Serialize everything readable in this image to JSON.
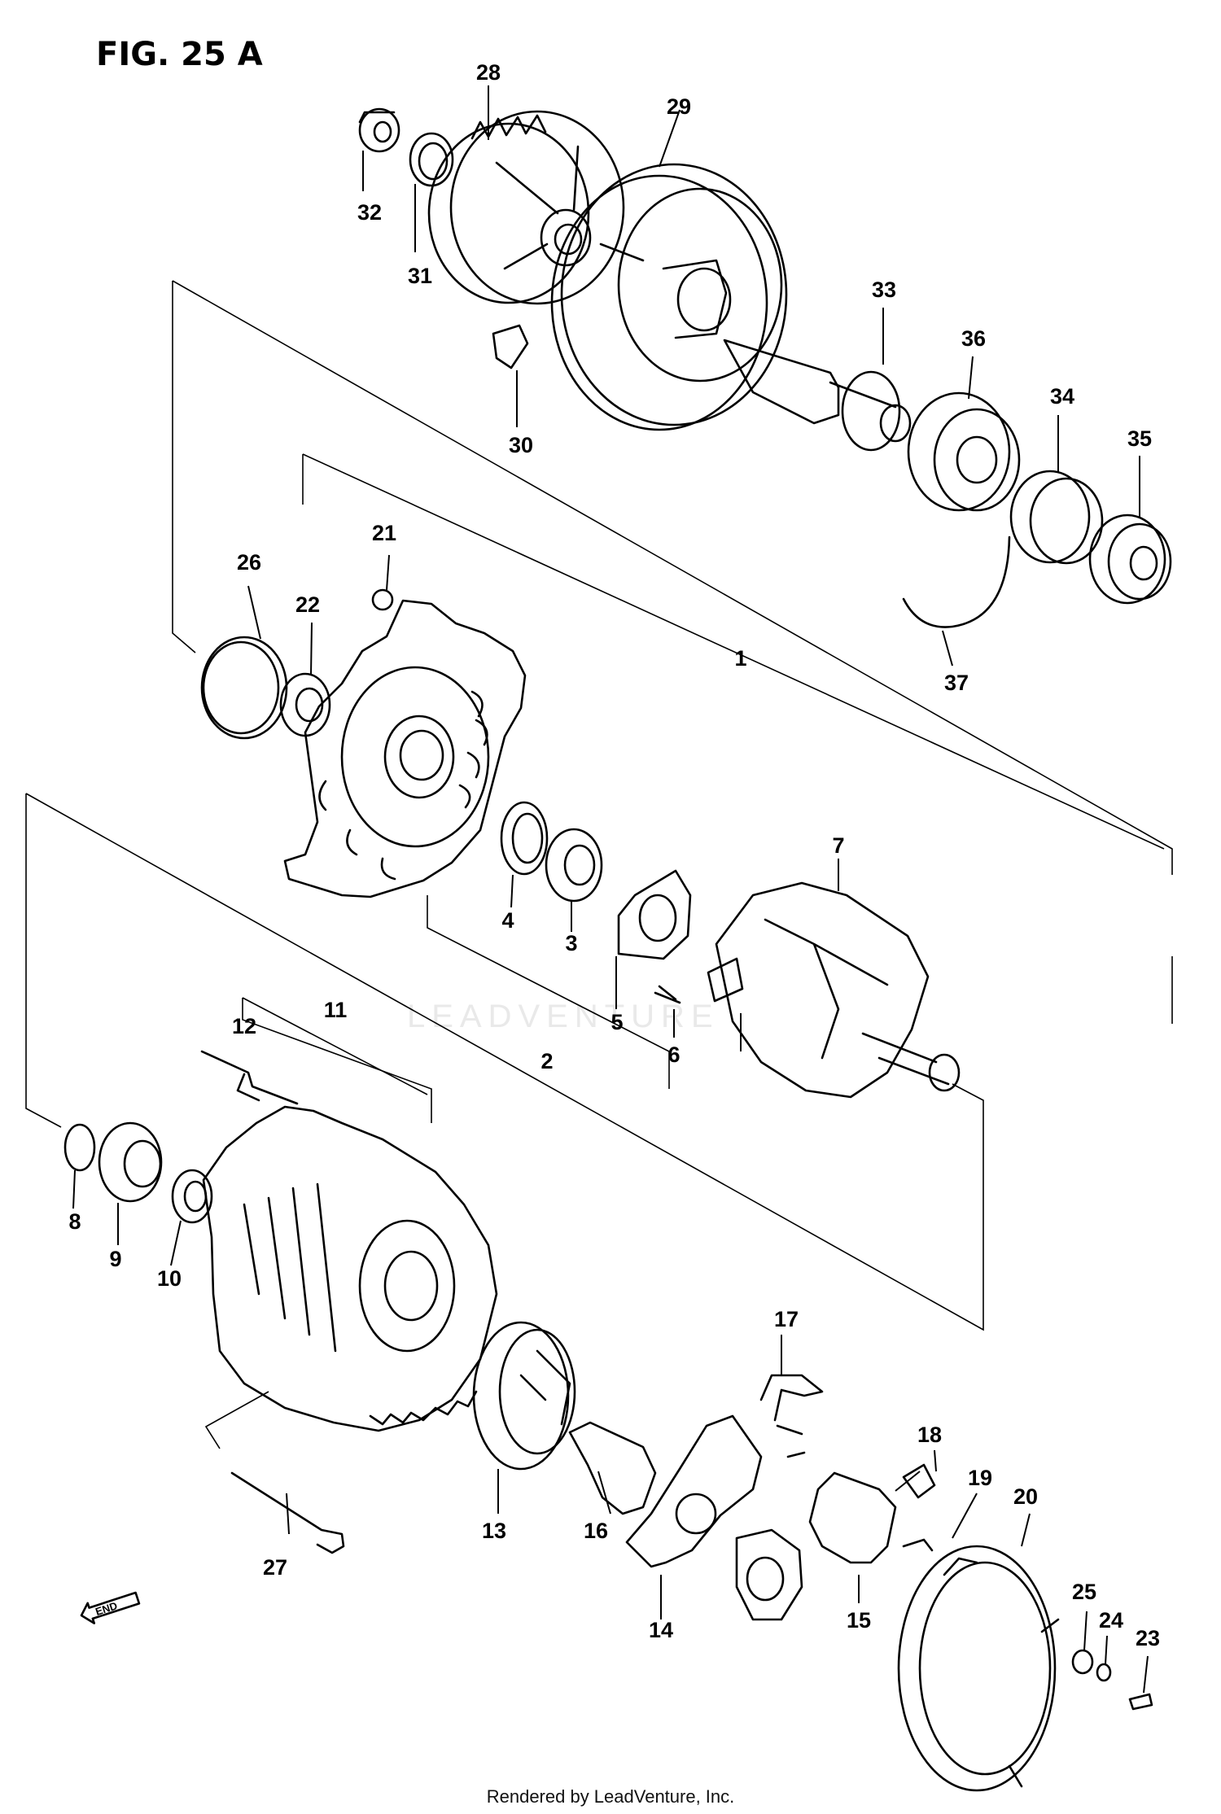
{
  "figure": {
    "title": "FIG. 25 A"
  },
  "callouts": [
    "1",
    "2",
    "3",
    "4",
    "5",
    "6",
    "7",
    "8",
    "9",
    "10",
    "11",
    "12",
    "13",
    "14",
    "15",
    "16",
    "17",
    "18",
    "19",
    "20",
    "21",
    "22",
    "23",
    "24",
    "25",
    "26",
    "27",
    "28",
    "29",
    "30",
    "31",
    "32",
    "33",
    "34",
    "35",
    "36",
    "37"
  ],
  "direction_marker": {
    "label": "END",
    "icon": "arrow-left-icon"
  },
  "watermark": "LEADVENTURE",
  "footer": {
    "credit": "Rendered by LeadVenture, Inc."
  }
}
